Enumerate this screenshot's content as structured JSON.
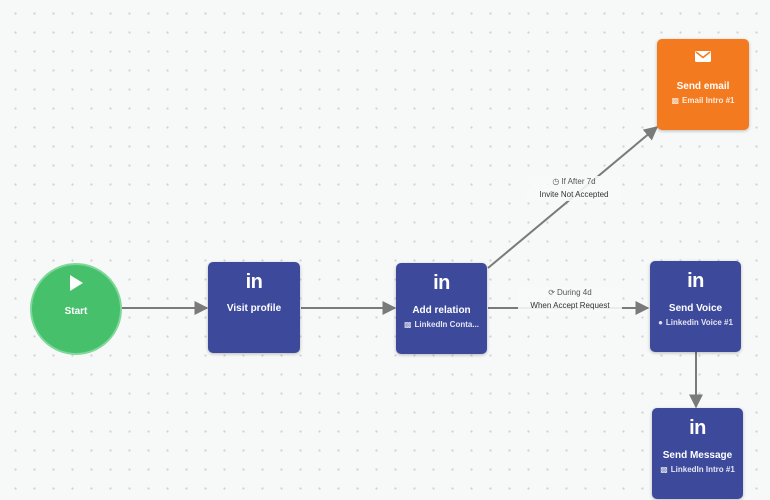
{
  "nodes": {
    "start": {
      "title": "Start"
    },
    "visit_profile": {
      "icon": "in",
      "title": "Visit profile"
    },
    "add_relation": {
      "icon": "in",
      "title": "Add relation",
      "subtitle": "LinkedIn Conta..."
    },
    "send_email": {
      "title": "Send email",
      "subtitle": "Email Intro #1"
    },
    "send_voice": {
      "icon": "in",
      "title": "Send Voice",
      "subtitle": "Linkedin Voice #1"
    },
    "send_message": {
      "icon": "in",
      "title": "Send Message",
      "subtitle": "LinkedIn Intro #1"
    }
  },
  "edges": {
    "not_accepted": {
      "condition": "If After 7d",
      "label": "Invite Not Accepted"
    },
    "accepted": {
      "condition": "During 4d",
      "label": "When Accept Request"
    }
  },
  "icons": {
    "linkedin": "linkedin-icon",
    "start": "play-icon",
    "email": "envelope-icon",
    "message": "chat-bubble-icon",
    "voice": "microphone-icon",
    "clock": "clock-icon",
    "refresh": "refresh-icon"
  },
  "colors": {
    "linkedin_node": "#3d4a9c",
    "email_node": "#f47a1f",
    "start_node": "#46c06a",
    "edge": "#7a7a7a"
  }
}
